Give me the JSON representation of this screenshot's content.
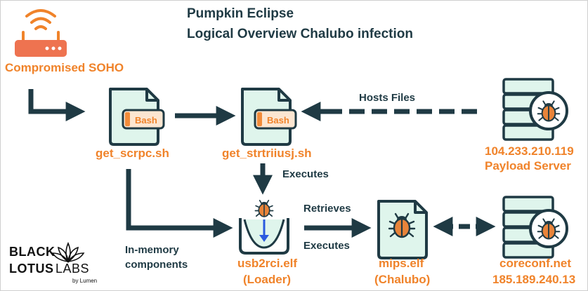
{
  "title": {
    "line1": "Pumpkin Eclipse",
    "line2": "Logical Overview Chalubo infection"
  },
  "nodes": {
    "router": {
      "label": "Compromised SOHO",
      "icon": "wifi-router-icon"
    },
    "get_scrpc": {
      "label": "get_scrpc.sh",
      "badge": "Bash",
      "icon": "bash-file-icon"
    },
    "get_strtriiusj": {
      "label": "get_strtriiusj.sh",
      "badge": "Bash",
      "icon": "bash-file-icon"
    },
    "payload_server": {
      "ip": "104.233.210.119",
      "label": "Payload Server",
      "icon": "malicious-server-icon"
    },
    "loader": {
      "label_line1": "usb2rci.elf",
      "label_line2": "(Loader)",
      "icon": "loader-bug-icon"
    },
    "chalubo": {
      "label_line1": "mips.elf",
      "label_line2": "(Chalubo)",
      "icon": "malware-file-icon"
    },
    "c2_server": {
      "domain": "coreconf.net",
      "ip": "185.189.240.13",
      "icon": "malicious-server-icon"
    }
  },
  "edges": {
    "hosts_files": "Hosts Files",
    "executes_down": "Executes",
    "retrieves": "Retrieves",
    "executes_right": "Executes",
    "in_memory_line1": "In-memory",
    "in_memory_line2": "components"
  },
  "logo": {
    "line1": "BLACK",
    "line2a": "LOTUS",
    "line2b": "LABS",
    "byline": "by Lumen"
  },
  "colors": {
    "orange": "#f0832a",
    "dark": "#1f3a44",
    "mint": "#dff5ec",
    "bash_orange": "#f28c3a"
  }
}
